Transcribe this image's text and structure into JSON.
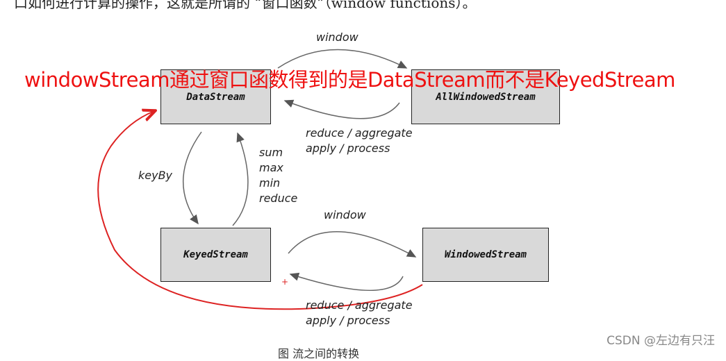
{
  "top_text": "口如何进行计算的操作，这就是所谓的 “窗口函数”（window functions）。",
  "boxes": {
    "datastream": "DataStream",
    "allwindowed": "AllWindowedStream",
    "keyed": "KeyedStream",
    "windowed": "WindowedStream"
  },
  "labels": {
    "window_top": "window",
    "reduce_top_1": "reduce / aggregate",
    "reduce_top_2": "apply / process",
    "keyby": "keyBy",
    "sum": "sum",
    "max": "max",
    "min": "min",
    "reduce": "reduce",
    "window_bottom": "window",
    "reduce_bottom_1": "reduce / aggregate",
    "reduce_bottom_2": "apply / process"
  },
  "annotation": "windowStream通过窗口函数得到的是DataStream而不是KeyedStream",
  "annotation_color": "#ee1111",
  "caption": "图 流之间的转换",
  "watermark": "CSDN @左边有只汪"
}
